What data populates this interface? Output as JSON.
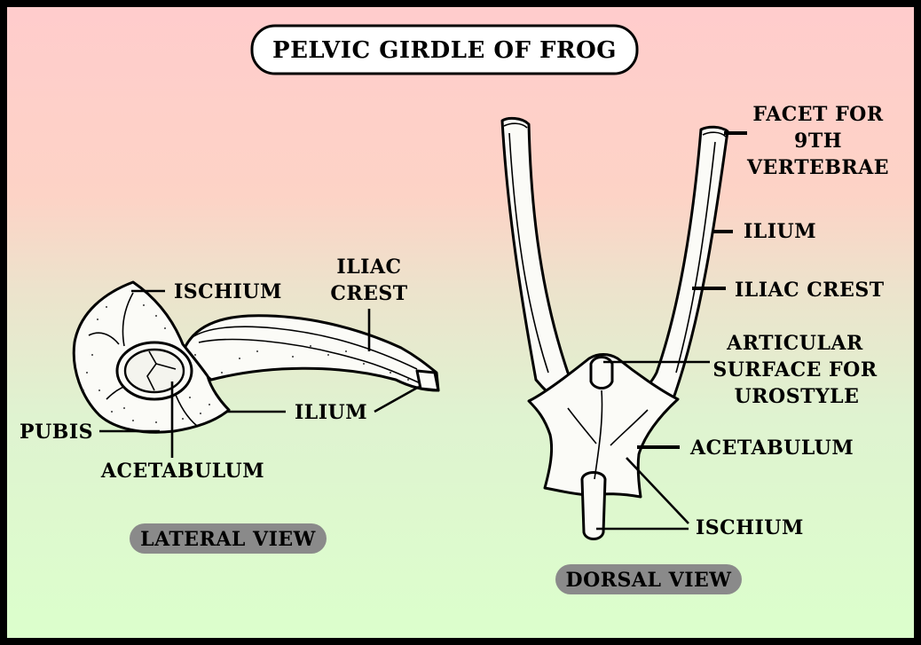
{
  "title": "PELVIC GIRDLE OF FROG",
  "lateral_view": {
    "caption": "LATERAL VIEW",
    "labels": {
      "ischium": "ISCHIUM",
      "iliac_crest_1": "ILIAC",
      "iliac_crest_2": "CREST",
      "ilium": "ILIUM",
      "pubis": "PUBIS",
      "acetabulum": "ACETABULUM"
    }
  },
  "dorsal_view": {
    "caption": "DORSAL VIEW",
    "labels": {
      "facet_1": "FACET FOR",
      "facet_2": "9TH",
      "facet_3": "VERTEBRAE",
      "ilium": "ILIUM",
      "iliac_crest": "ILIAC CREST",
      "articular_1": "ARTICULAR",
      "articular_2": "SURFACE FOR",
      "articular_3": "UROSTYLE",
      "acetabulum": "ACETABULUM",
      "ischium": "ISCHIUM"
    }
  },
  "colors": {
    "background_top": "#ffcccc",
    "background_bottom": "#dcffcc",
    "caption_pill": "#8a8a8a",
    "frame": "#000000"
  }
}
